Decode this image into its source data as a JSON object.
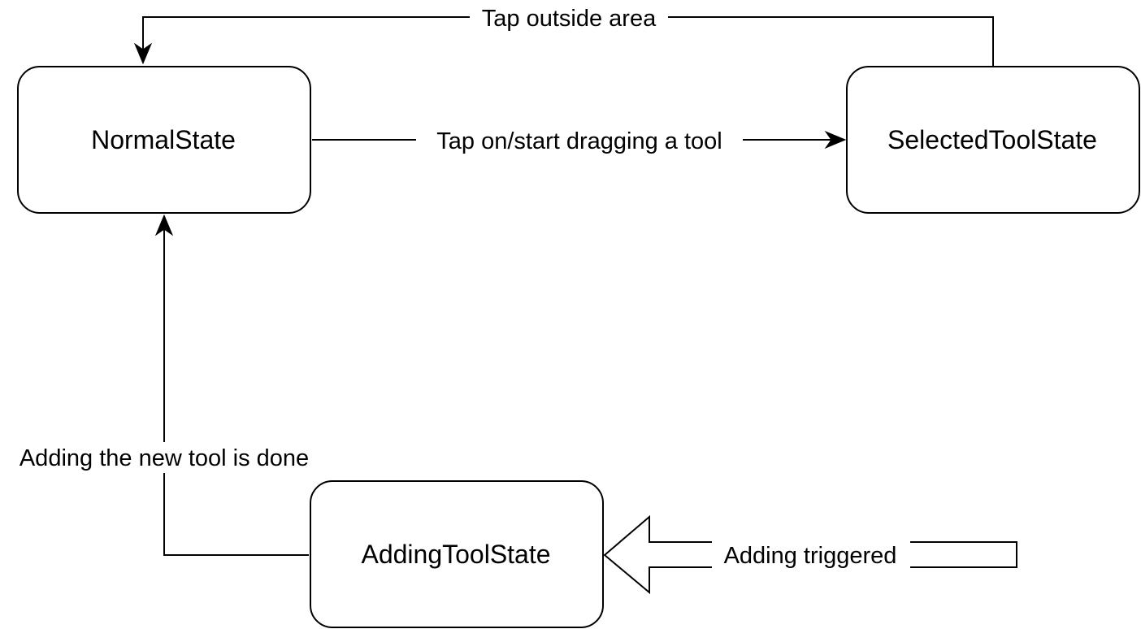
{
  "diagram": {
    "states": {
      "normal": "NormalState",
      "selected": "SelectedToolState",
      "adding": "AddingToolState"
    },
    "transitions": {
      "tap_outside": "Tap outside area",
      "tap_on_tool": "Tap on/start dragging a tool",
      "adding_done": "Adding the new tool is done",
      "adding_triggered": "Adding triggered"
    },
    "colors": {
      "stroke": "#000000",
      "fill": "#ffffff"
    }
  }
}
